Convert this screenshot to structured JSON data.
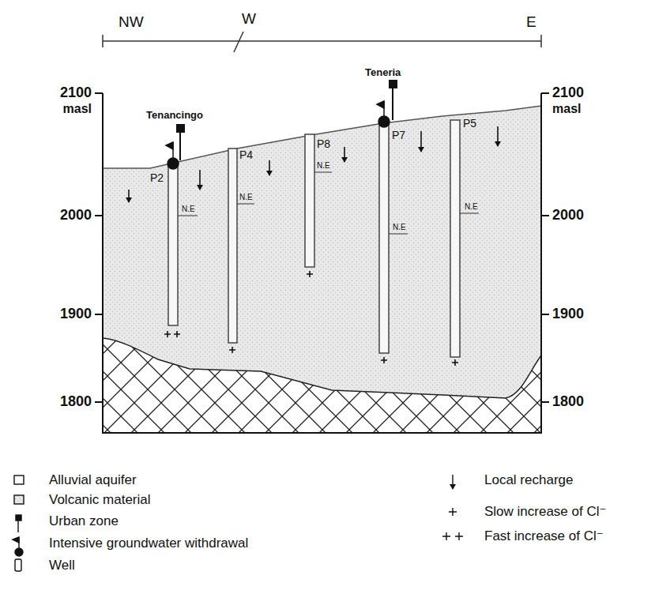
{
  "diagram": {
    "labels": [
      "NW",
      "W",
      "E",
      "2100",
      "masl",
      "2000",
      "1900",
      "1800",
      "2100",
      "masl",
      "2000",
      "1900",
      "1800",
      "Tenancingo",
      "P2",
      "N.E",
      "P4",
      "N.E",
      "P8",
      "N.E",
      "Teneria",
      "P7",
      "N.E",
      "P5",
      "N.E"
    ],
    "legend": [
      {
        "text": "Alluvial aquifer"
      },
      {
        "text": "Volcanic material"
      },
      {
        "text": "Urban zone"
      },
      {
        "text": "Intensive groundwater withdrawal"
      },
      {
        "text": "Well"
      },
      {
        "text": "Local recharge"
      },
      {
        "text": "Slow increase of Cl⁻"
      },
      {
        "text": "Fast increase of Cl⁻"
      }
    ]
  }
}
